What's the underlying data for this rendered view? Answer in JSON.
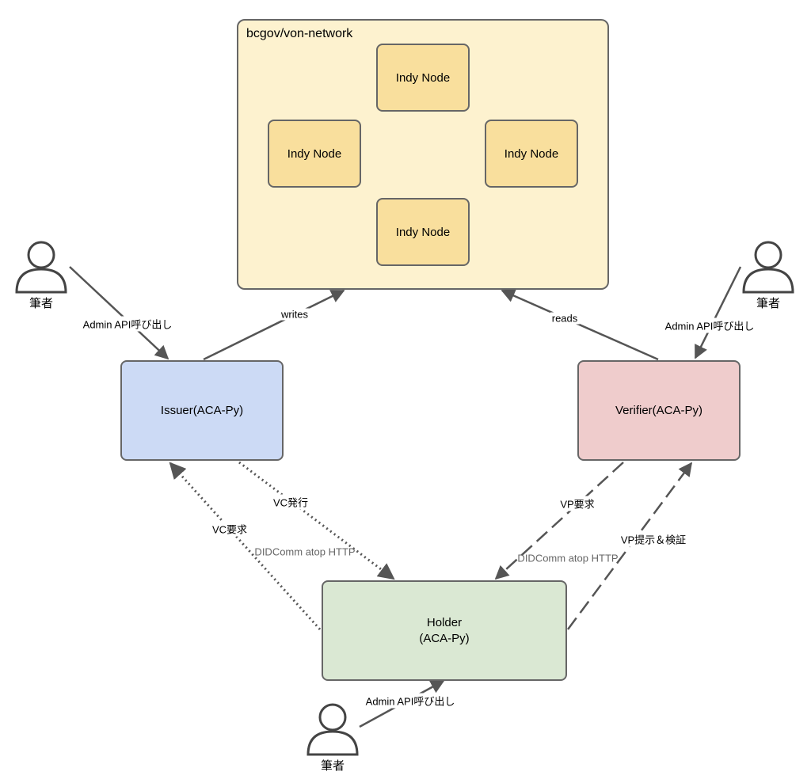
{
  "network": {
    "title": "bcgov/von-network",
    "nodes": [
      "Indy Node",
      "Indy Node",
      "Indy Node",
      "Indy Node"
    ]
  },
  "agents": {
    "issuer": "Issuer(ACA-Py)",
    "verifier": "Verifier(ACA-Py)",
    "holder": "Holder\n(ACA-Py)"
  },
  "people": {
    "left": "筆者",
    "right": "筆者",
    "bottom": "筆者"
  },
  "edges": {
    "admin_left": "Admin API呼び出し",
    "admin_right": "Admin API呼び出し",
    "admin_bottom": "Admin API呼び出し",
    "writes": "writes",
    "reads": "reads",
    "vc_issue": "VC発行",
    "vc_request": "VC要求",
    "vp_request": "VP要求",
    "vp_present": "VP提示＆検証",
    "didcomm_left": "DIDComm atop HTTP",
    "didcomm_right": "DIDComm atop HTTP"
  },
  "colors": {
    "network_fill": "#fdf2cf",
    "node_fill": "#f9df9d",
    "issuer_fill": "#ccdaf5",
    "verifier_fill": "#efcccc",
    "holder_fill": "#dae8d3",
    "stroke": "#555555"
  }
}
